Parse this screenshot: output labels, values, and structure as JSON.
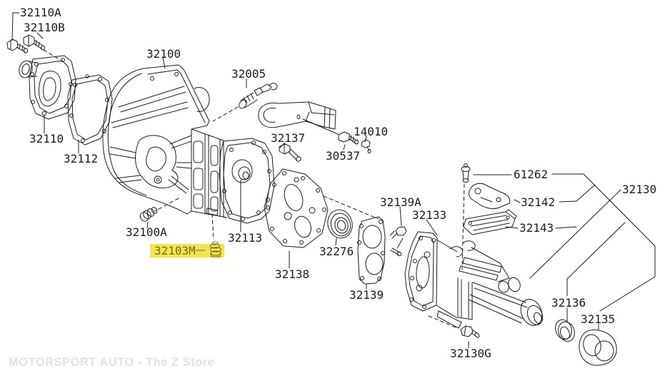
{
  "watermark": "MOTORSPORT AUTO - The Z Store",
  "colors": {
    "line": "#1c1c1c",
    "highlight_bg": "#f2e551",
    "highlight_fg": "#7a6c08",
    "watermark": "#e2e2e2"
  },
  "highlighted_part": "32103M",
  "parts": {
    "p32110A": "32110A",
    "p32110B": "32110B",
    "p32100": "32100",
    "p32005": "32005",
    "p32137": "32137",
    "p14010": "14010",
    "p30537": "30537",
    "p32110": "32110",
    "p32112": "32112",
    "p32100A": "32100A",
    "p32103M": "32103M",
    "p32113": "32113",
    "p32138": "32138",
    "p32276": "32276",
    "p32139": "32139",
    "p32139A": "32139A",
    "p32133": "32133",
    "p61262": "61262",
    "p32142": "32142",
    "p32143": "32143",
    "p32130": "32130",
    "p32136": "32136",
    "p32135": "32135",
    "p32130G": "32130G"
  }
}
